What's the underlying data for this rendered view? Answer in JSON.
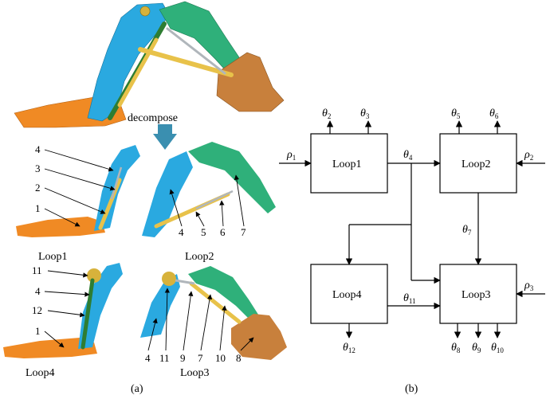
{
  "part_a": {
    "decompose_label": "decompose",
    "caption": "(a)",
    "loops": [
      {
        "title": "Loop1",
        "parts": [
          "4",
          "3",
          "2",
          "1"
        ]
      },
      {
        "title": "Loop2",
        "parts": [
          "4",
          "5",
          "6",
          "7"
        ]
      },
      {
        "title": "Loop4",
        "parts": [
          "11",
          "4",
          "12",
          "1"
        ]
      },
      {
        "title": "Loop3",
        "parts": [
          "4",
          "11",
          "9",
          "7",
          "10",
          "8"
        ]
      }
    ],
    "colors": {
      "base": "#f08a24",
      "boom": "#2aa9e0",
      "arm": "#2fb07a",
      "cylinder": "#e8c24a",
      "link": "#2e7d32",
      "bucket": "#c8803c",
      "rod": "#b0b6bb",
      "arrow": "#3a8fb0"
    }
  },
  "part_b": {
    "caption": "(b)",
    "boxes": {
      "loop1": "Loop1",
      "loop2": "Loop2",
      "loop3": "Loop3",
      "loop4": "Loop4"
    },
    "symbols": {
      "rho": "ρ",
      "theta": "θ"
    },
    "subscripts": {
      "rho1": "1",
      "rho2": "2",
      "rho3": "3",
      "t2": "2",
      "t3": "3",
      "t4": "4",
      "t5": "5",
      "t6": "6",
      "t7": "7",
      "t8": "8",
      "t9": "9",
      "t10": "10",
      "t11": "11",
      "t12": "12"
    }
  }
}
